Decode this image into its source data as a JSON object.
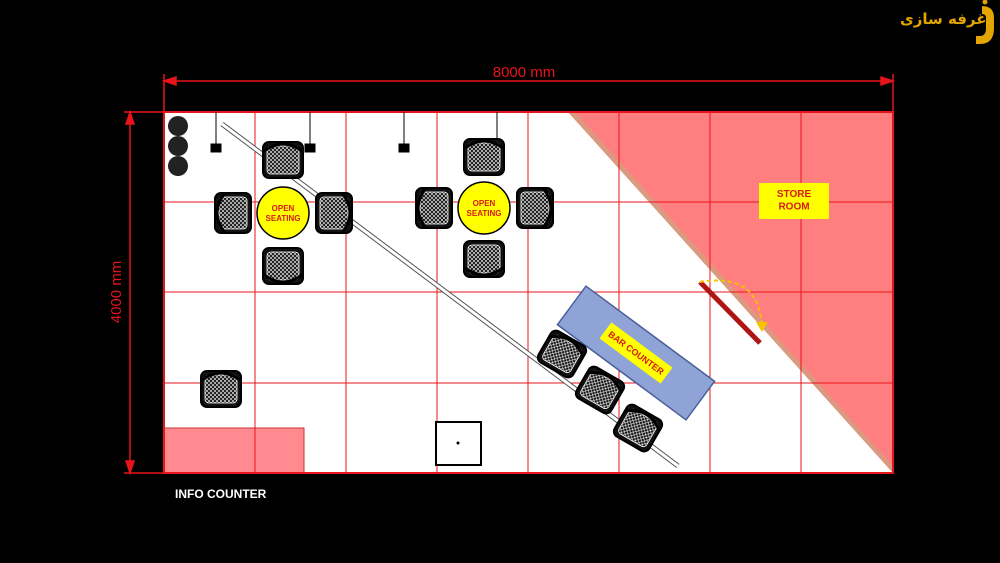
{
  "brand": {
    "text": "غرفه سازی",
    "color": "#e3a600",
    "mark_icon": "brand-logo-icon"
  },
  "dimensions": {
    "width_label": "8000 mm",
    "height_label": "4000 mm"
  },
  "labels": {
    "open_seating": "OPEN\nSEATING",
    "store_room": "STORE\nROOM",
    "bar_counter": "BAR COUNTER",
    "info_counter": "INFO COUNTER"
  },
  "colors": {
    "background": "#000000",
    "floor": "#ffffff",
    "grid": "#e8141b",
    "store_room_fill": "#ff7f80",
    "bar_counter_fill": "#8fa3d6",
    "tag_fill": "#ffff00",
    "label_text": "#d81a1a",
    "dimension": "#e8141b"
  }
}
